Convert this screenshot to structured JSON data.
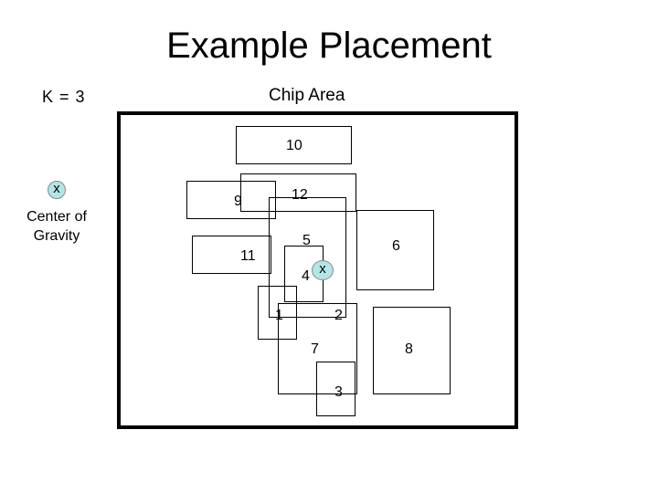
{
  "title": "Example Placement",
  "k_label": "K = 3",
  "chip_area_label": "Chip Area",
  "center_of_gravity": {
    "marker": "x",
    "label_line1": "Center of",
    "label_line2": "Gravity"
  },
  "chip_center_marker": "x",
  "cells": {
    "c10": "10",
    "c9": "9",
    "c12": "12",
    "c11": "11",
    "c5": "5",
    "c6": "6",
    "c4": "4",
    "c1": "1",
    "c2": "2",
    "c7": "7",
    "c8": "8",
    "c3": "3"
  }
}
